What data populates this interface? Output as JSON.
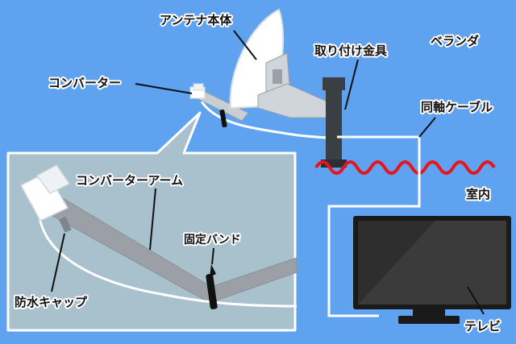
{
  "labels": {
    "antenna_body": "アンテナ本体",
    "converter": "コンバーター",
    "mounting_bracket": "取り付け金具",
    "veranda": "ベランダ",
    "coax_cable": "同軸ケーブル",
    "indoor": "室内",
    "converter_arm": "コンバーターアーム",
    "fixing_band": "固定バンド",
    "waterproof_cap": "防水キャップ",
    "tv": "テレビ"
  },
  "colors": {
    "background": "#5fa2f0",
    "zoom_panel": "#a8c1cd",
    "wall_wave": "#e8141e",
    "cable": "#ffffff",
    "arm": "#9aa0a6",
    "bracket_pole": "#3a3f44",
    "tv_screen": "#2e2e2e"
  }
}
